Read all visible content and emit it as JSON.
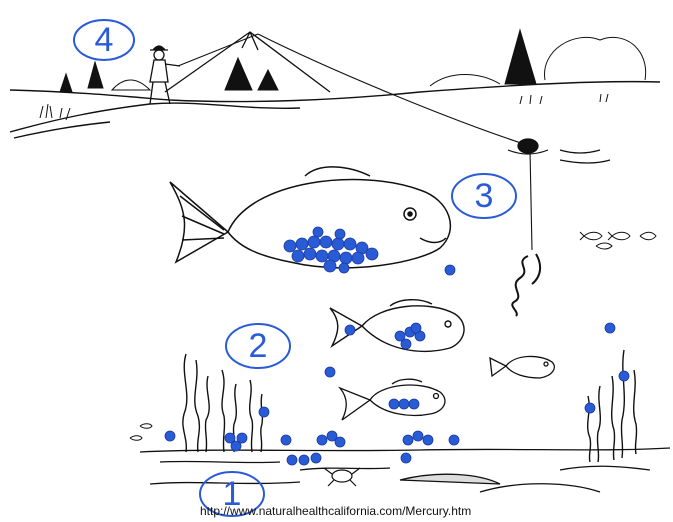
{
  "diagram": {
    "stages": [
      {
        "number": "4"
      },
      {
        "number": "3"
      },
      {
        "number": "2"
      },
      {
        "number": "1"
      }
    ],
    "source_url": "http://www.naturalhealthcalifornia.com/Mercury.htm"
  },
  "colors": {
    "ink": "#111111",
    "label_blue": "#2a5bd7",
    "mercury_blue": "#2a5bd7",
    "background": "#ffffff"
  }
}
